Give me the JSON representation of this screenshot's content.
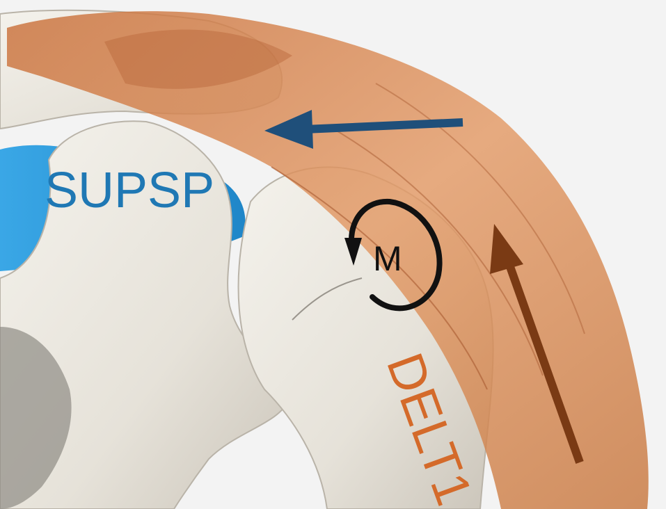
{
  "labels": {
    "supraspinatus": "SUPSP",
    "deltoid": "DELT1",
    "moment": "M"
  },
  "colors": {
    "background": "#f3f3f3",
    "bone": "#ebe8e1",
    "bone_shadow": "#cfcac0",
    "muscle": "#d98855",
    "muscle_dark": "#a85a30",
    "supsp_muscle": "#2e9ad8",
    "supsp_label": "#1f78b4",
    "delt_label": "#d46a2a",
    "supsp_arrow": "#1f4f7a",
    "delt_arrow": "#7a3a14",
    "moment_arrow": "#111111"
  },
  "icons": {
    "supsp_force": "arrow-left-icon",
    "delt_force": "arrow-up-icon",
    "moment": "rotation-arrow-icon"
  }
}
